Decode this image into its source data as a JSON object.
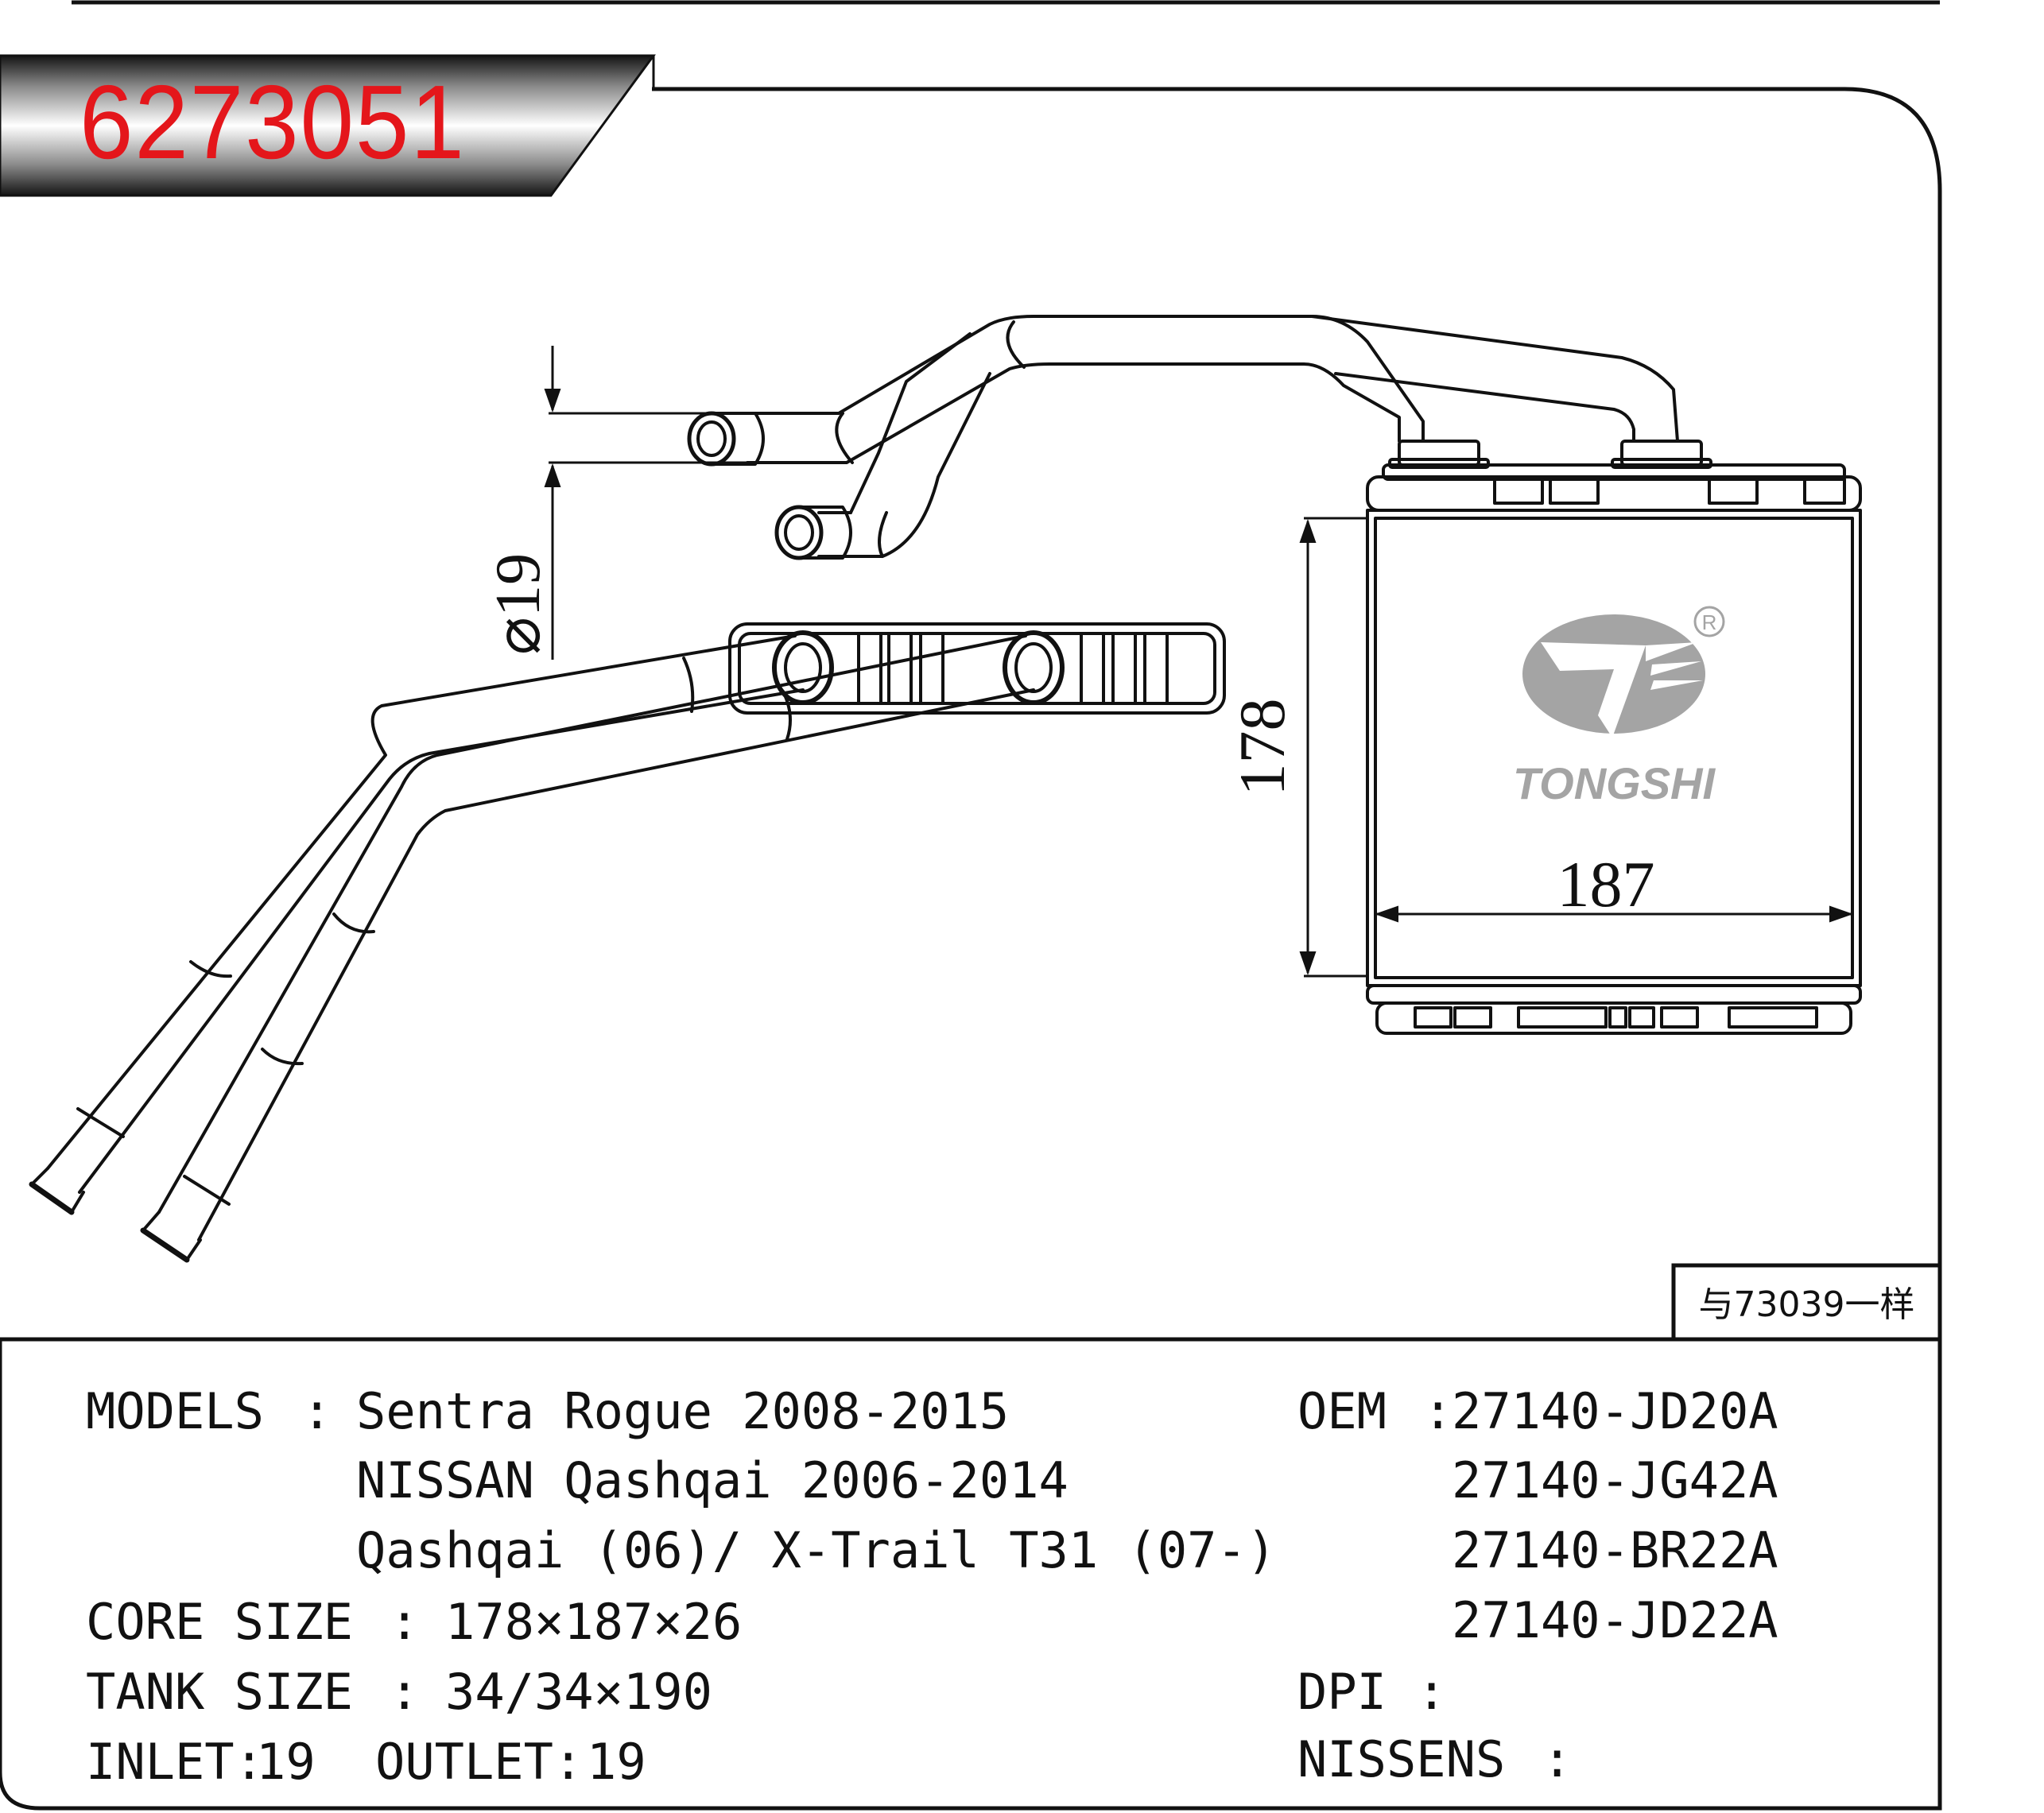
{
  "part_number": "6273051",
  "same_as_note": "与73039一样",
  "brand": {
    "name": "TONGSHI",
    "registered_mark": "R"
  },
  "dimensions": {
    "height": "178",
    "width": "187",
    "pipe_diameter": "⌀19"
  },
  "specs": {
    "models_label": "MODELS",
    "models_sep": ":",
    "models": [
      "Sentra Rogue 2008-2015",
      "NISSAN Qashqai 2006-2014",
      "Qashqai (06)/ X-Trail T31 (07-)"
    ],
    "core_size_label": "CORE SIZE",
    "core_size_sep": ":",
    "core_size": "178×187×26",
    "tank_size_label": "TANK SIZE",
    "tank_size_sep": ":",
    "tank_size": "34/34×190",
    "inlet_label": "INLET:",
    "inlet": "19",
    "outlet_label": "OUTLET:",
    "outlet": "19",
    "oem_label": "OEM",
    "oem_sep": ":",
    "oem": [
      "27140-JD20A",
      "27140-JG42A",
      "27140-BR22A",
      "27140-JD22A"
    ],
    "dpi_label": "DPI",
    "dpi_sep": ":",
    "nissens_label": "NISSENS",
    "nissens_sep": ":"
  }
}
